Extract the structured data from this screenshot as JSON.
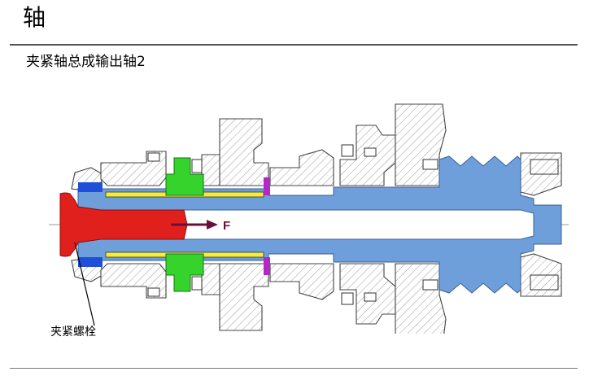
{
  "header": {
    "title": "轴"
  },
  "subtitle": "夹紧轴总成输出轴2",
  "diagram": {
    "force_label": "F",
    "callout_label": "夹紧螺栓"
  },
  "colors": {
    "shaft_blue": "#6f9fdb",
    "bolt_red": "#e0201c",
    "gear_green": "#35d32c",
    "sleeve_yellow": "#f3ee3e",
    "ring_magenta": "#b327c6",
    "seal_blue": "#1f4fd8",
    "force_arrow": "#6b0f3a"
  }
}
